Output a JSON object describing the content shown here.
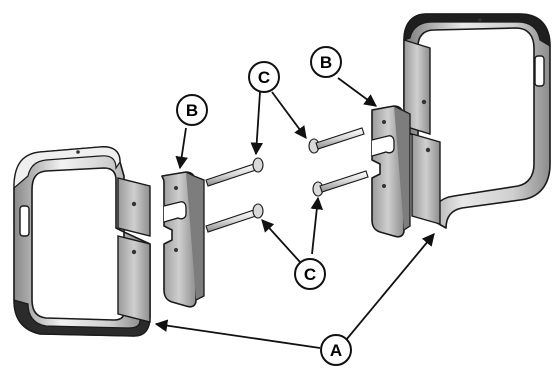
{
  "callouts": {
    "a": {
      "label": "A"
    },
    "b_left": {
      "label": "B"
    },
    "b_right": {
      "label": "B"
    },
    "c_top": {
      "label": "C"
    },
    "c_bottom": {
      "label": "C"
    }
  },
  "colors": {
    "metal_light": "#f4f4f4",
    "metal_mid": "#bdbdbd",
    "metal_dark": "#6d6d6d",
    "outline": "#1a1a1a",
    "background": "#ffffff"
  },
  "parts": [
    {
      "callout": "A",
      "icon": "band-clamp-icon",
      "count": 2
    },
    {
      "callout": "B",
      "icon": "bracket-plate-icon",
      "count": 2
    },
    {
      "callout": "C",
      "icon": "bolt-icon",
      "count": 4
    }
  ]
}
